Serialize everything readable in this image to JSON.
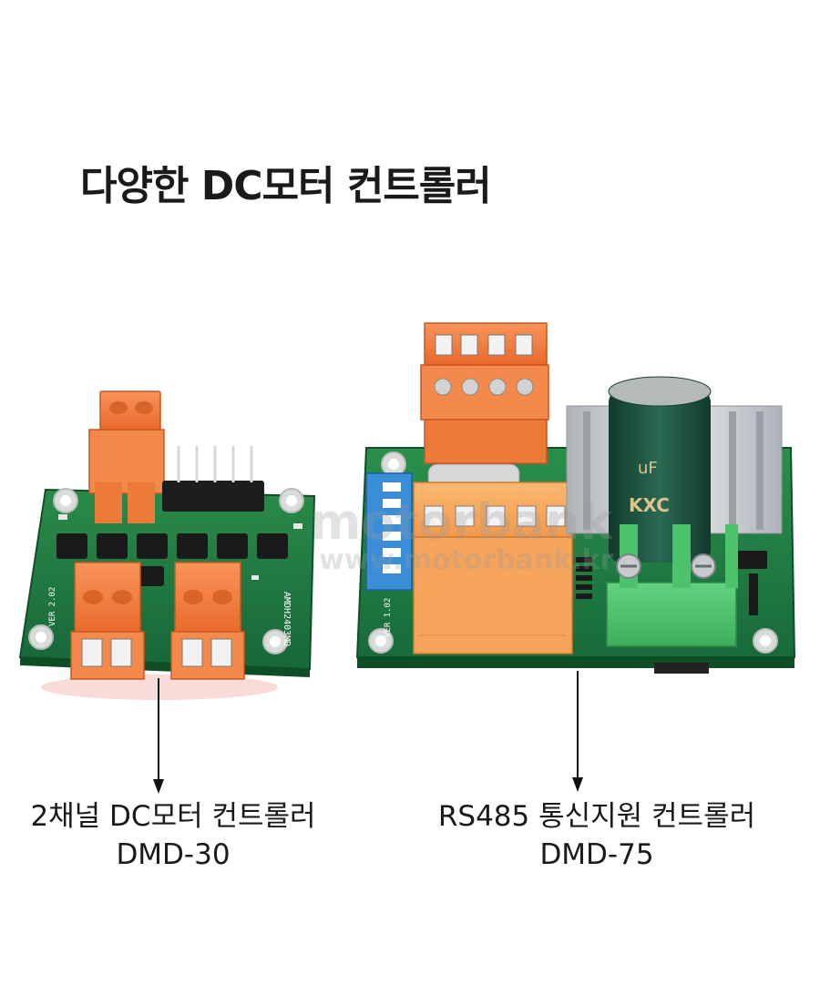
{
  "title": "다양한 DC모터 컨트롤러",
  "watermark": "motorbank",
  "watermark_url": "www.motorbank.kr",
  "products": [
    {
      "name_line1": "2채널 DC모터 컨트롤러",
      "name_line2": "DMD-30"
    },
    {
      "name_line1": "RS485 통신지원 컨트롤러",
      "name_line2": "DMD-75"
    }
  ],
  "board_left_silk": "VER 2.02",
  "board_right_silk": "VER 1.02",
  "capacitor_label": "KXC",
  "capacitor_value": "uF",
  "colors": {
    "pcb_green": "#1e7a3c",
    "terminal_orange": "#f07a3a",
    "header_orange": "#f6a05a",
    "terminal_green": "#4cc26a",
    "capacitor": "#1d4a3a",
    "heatsink": "#c9cdd2",
    "dip_blue": "#3a8ed8"
  }
}
